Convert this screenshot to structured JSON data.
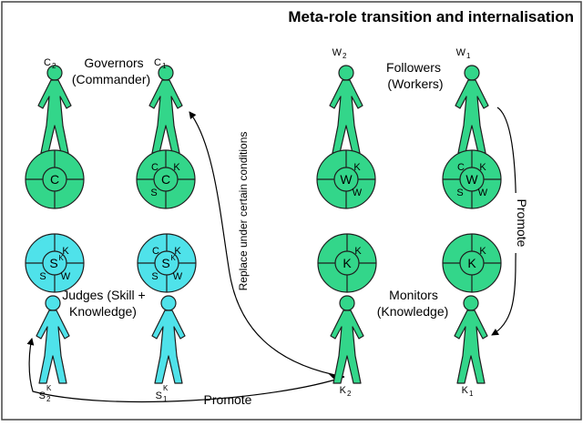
{
  "title": "Meta-role transition and internalisation",
  "colors": {
    "green": "#33d68a",
    "cyan": "#4fe2ea",
    "stroke": "#1e1e1e",
    "frame": "#444444"
  },
  "groups": {
    "governors": [
      "Governors",
      "(Commander)"
    ],
    "followers": [
      "Followers",
      "(Workers)"
    ],
    "judges": [
      "Judges (Skill +",
      "Knowledge)"
    ],
    "monitors": [
      "Monitors",
      "(Knowledge)"
    ]
  },
  "figures": {
    "c2": {
      "base": "C",
      "sub": "2"
    },
    "c1": {
      "base": "C",
      "sub": "1"
    },
    "w2": {
      "base": "W",
      "sub": "2"
    },
    "w1": {
      "base": "W",
      "sub": "1"
    },
    "sk2": {
      "base": "S",
      "sup": "K",
      "sub": "2"
    },
    "sk1": {
      "base": "S",
      "sup": "K",
      "sub": "1"
    },
    "k2": {
      "base": "K",
      "sub": "2"
    },
    "k1": {
      "base": "K",
      "sub": "1"
    }
  },
  "circles": {
    "gov_c2": {
      "center": "C"
    },
    "gov_c1": {
      "center": "C",
      "tl": "C",
      "tr": "K",
      "bl": "S"
    },
    "fol_w2": {
      "center": "W",
      "tr": "K",
      "br": "W"
    },
    "fol_w1": {
      "center": "W",
      "tl": "C",
      "tr": "K",
      "bl": "S",
      "br": "W"
    },
    "jud_sk2": {
      "center": "S",
      "center_sup": "K",
      "tr": "K",
      "bl": "S",
      "br": "W"
    },
    "jud_sk1": {
      "center": "S",
      "center_sup": "K",
      "tl": "C",
      "tr": "K",
      "bl": "S",
      "br": "W"
    },
    "mon_k2": {
      "center": "K",
      "tr": "K"
    },
    "mon_k1": {
      "center": "K",
      "tr": "K"
    }
  },
  "arrows": {
    "promote_bottom": "Promote",
    "promote_right": "Promote",
    "replace": "Replace under certain conditions"
  }
}
